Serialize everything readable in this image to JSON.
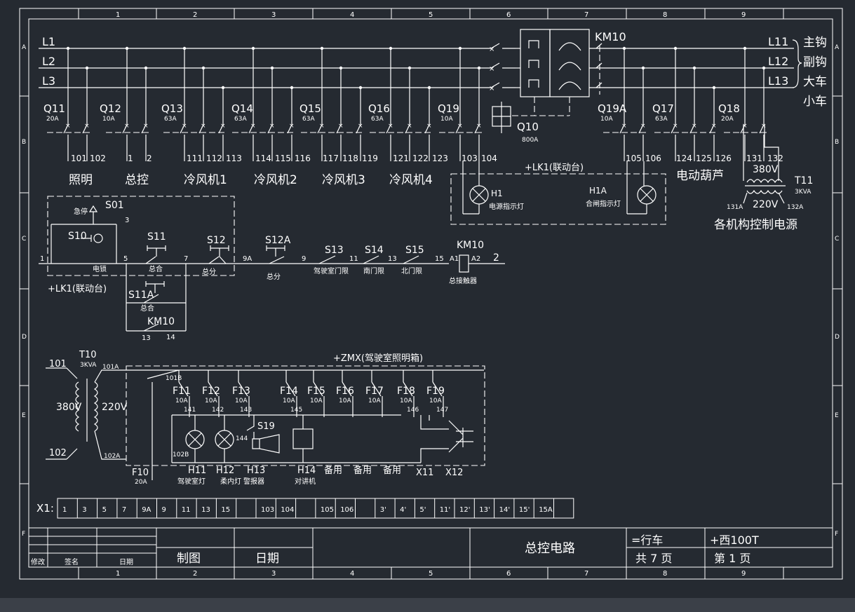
{
  "border": {
    "columns": [
      "1",
      "2",
      "3",
      "4",
      "5",
      "6",
      "7",
      "8",
      "9"
    ],
    "rows": [
      "A",
      "B",
      "C",
      "D",
      "E",
      "F"
    ]
  },
  "bus": {
    "inputs": [
      "L1",
      "L2",
      "L3"
    ],
    "outputs": [
      "L11",
      "L12",
      "L13"
    ],
    "output_labels": [
      "主钩",
      "副钩",
      "大车",
      "小车"
    ]
  },
  "breakers": [
    {
      "name": "Q11",
      "rating": "20A",
      "wires": [
        "101",
        "102"
      ],
      "load": "照明"
    },
    {
      "name": "Q12",
      "rating": "10A",
      "wires": [
        "1",
        "2"
      ],
      "load": "总控"
    },
    {
      "name": "Q13",
      "rating": "63A",
      "wires": [
        "111",
        "112",
        "113"
      ],
      "load": "冷风机1"
    },
    {
      "name": "Q14",
      "rating": "63A",
      "wires": [
        "114",
        "115",
        "116"
      ],
      "load": "冷风机2"
    },
    {
      "name": "Q15",
      "rating": "63A",
      "wires": [
        "117",
        "118",
        "119"
      ],
      "load": "冷风机3"
    },
    {
      "name": "Q16",
      "rating": "63A",
      "wires": [
        "121",
        "122",
        "123"
      ],
      "load": "冷风机4"
    },
    {
      "name": "Q19",
      "rating": "10A",
      "wires": [
        "103",
        "104"
      ]
    },
    {
      "name": "Q19A",
      "rating": "10A",
      "wires": [
        "105",
        "106"
      ]
    },
    {
      "name": "Q17",
      "rating": "63A",
      "wires": [
        "124",
        "125",
        "126"
      ],
      "load": "电动葫芦"
    },
    {
      "name": "Q18",
      "rating": "20A",
      "wires": [
        "131",
        "132"
      ]
    }
  ],
  "main_breaker": {
    "name": "Q10",
    "rating": "800A"
  },
  "contactor": {
    "name": "KM10"
  },
  "indicator_box": {
    "title": "+LK1(联动台)",
    "lamps": [
      {
        "name": "H1",
        "desc": "电源指示灯"
      },
      {
        "name": "H1A",
        "desc": "合闸指示灯"
      }
    ]
  },
  "transformer_t11": {
    "name": "T11",
    "rating": "3KVA",
    "primary": "380V",
    "secondary": "220V",
    "wires": [
      "131A",
      "132A"
    ],
    "caption": "各机构控制电源"
  },
  "control_circuit": {
    "panel": "+LK1(联动台)",
    "items": [
      {
        "name": "S01",
        "desc": "急停"
      },
      {
        "name": "S10",
        "desc": "电锁"
      },
      {
        "name": "S11",
        "desc": "总合"
      },
      {
        "name": "S11A",
        "desc": "总合"
      },
      {
        "name": "S12",
        "desc": "总分"
      },
      {
        "name": "S12A",
        "desc": "总分"
      },
      {
        "name": "S13",
        "desc": "驾驶室门限"
      },
      {
        "name": "S14",
        "desc": "南门限"
      },
      {
        "name": "S15",
        "desc": "北门限"
      },
      {
        "name": "KM10",
        "desc": "总接触器"
      },
      {
        "name": "KM10",
        "desc": ""
      }
    ],
    "nodes": [
      "1",
      "3",
      "5",
      "7",
      "9A",
      "9",
      "11",
      "13",
      "15",
      "A1",
      "A2",
      "2",
      "13",
      "14"
    ]
  },
  "lighting_box": {
    "title": "+ZMX(驾驶室照明箱)",
    "transformer": {
      "name": "T10",
      "rating": "3KVA",
      "primary": "380V",
      "secondary": "220V",
      "in_wires": [
        "101",
        "102"
      ],
      "out_wires": [
        "101A",
        "102A"
      ]
    },
    "main_fuse": {
      "name": "F10",
      "rating": "20A"
    },
    "nodes": [
      "101B",
      "102B",
      "141",
      "142",
      "143",
      "144",
      "145",
      "146",
      "147"
    ],
    "fuses": [
      {
        "name": "F11",
        "rating": "10A"
      },
      {
        "name": "F12",
        "rating": "10A"
      },
      {
        "name": "F13",
        "rating": "10A"
      },
      {
        "name": "F14",
        "rating": "10A"
      },
      {
        "name": "F15",
        "rating": "10A"
      },
      {
        "name": "F16",
        "rating": "10A"
      },
      {
        "name": "F17",
        "rating": "10A"
      },
      {
        "name": "F18",
        "rating": "10A"
      },
      {
        "name": "F19",
        "rating": "10A"
      }
    ],
    "switch": "S19",
    "loads": [
      {
        "name": "H11",
        "desc": "驾驶室灯"
      },
      {
        "name": "H12",
        "desc": "柔内灯"
      },
      {
        "name": "H13",
        "desc": "警报器"
      },
      {
        "name": "H14",
        "desc": "对讲机"
      },
      {
        "name": "备用"
      },
      {
        "name": "备用"
      },
      {
        "name": "备用"
      },
      {
        "name": "X11"
      },
      {
        "name": "X12"
      }
    ]
  },
  "terminal_strip": {
    "name": "X1:",
    "cells": [
      "1",
      "3",
      "5",
      "7",
      "9A",
      "9",
      "11",
      "13",
      "15",
      "",
      "103",
      "104",
      "",
      "105",
      "106",
      "",
      "3'",
      "4'",
      "5'",
      "11'",
      "12'",
      "13'",
      "14'",
      "15'",
      "15A",
      ""
    ]
  },
  "title_block": {
    "rev_headers": [
      "修改",
      "签名",
      "日期"
    ],
    "draw_label": "制图",
    "date_label": "日期",
    "drawing_title": "总控电路",
    "project": "=行车",
    "location": "+西100T",
    "total_pages": "共  7  页",
    "page": "第  1  页"
  }
}
